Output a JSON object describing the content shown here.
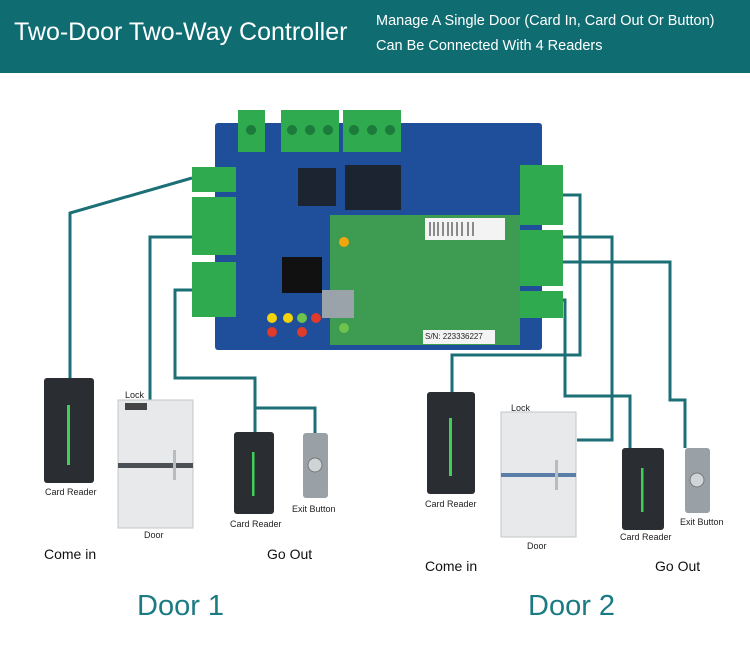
{
  "header": {
    "title": "Two-Door Two-Way Controller",
    "line1": "Manage A Single Door (Card In, Card Out Or Button)",
    "line2": "Can Be Connected With 4 Readers"
  },
  "board": {
    "serial": "S/N: 223336227"
  },
  "door1": {
    "title": "Door 1",
    "reader_label": "Card Reader",
    "lock_label": "Lock",
    "door_label": "Door",
    "reader2_label": "Card Reader",
    "exit_label": "Exit Button",
    "come_in": "Come in",
    "go_out": "Go Out"
  },
  "door2": {
    "title": "Door 2",
    "reader_label": "Card Reader",
    "lock_label": "Lock",
    "door_label": "Door",
    "reader2_label": "Card Reader",
    "exit_label": "Exit Button",
    "come_in": "Come in",
    "go_out": "Go Out"
  },
  "colors": {
    "header": "#0f6d72",
    "wire": "#1c6f76",
    "board": "#1f4e9a",
    "terminal": "#2faa4e",
    "accent_text": "#1b7b82"
  }
}
